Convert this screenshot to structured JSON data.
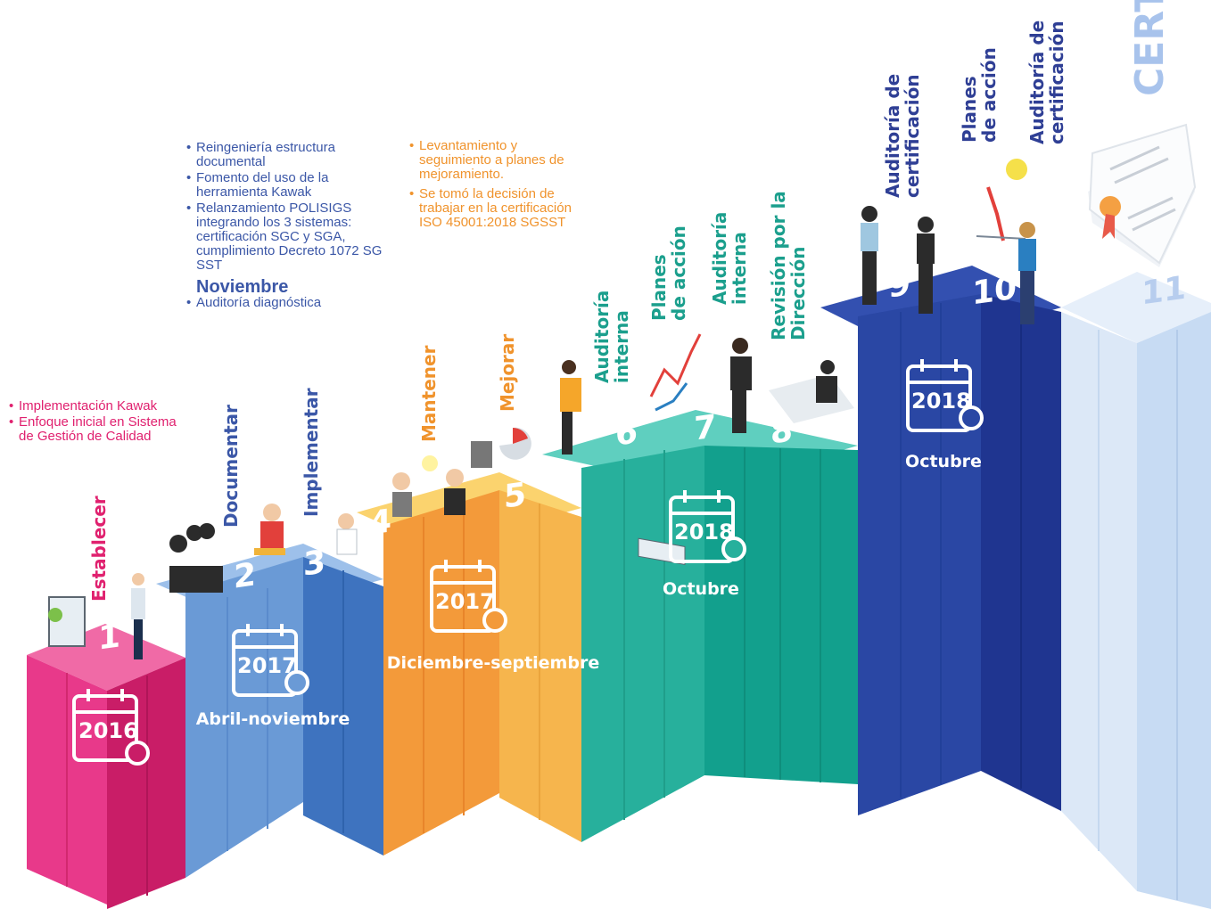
{
  "steps": [
    {
      "number": "1",
      "label": "Establecer",
      "label_color": "#e0216f",
      "color": "#e8398a",
      "period": "",
      "year": "2016"
    },
    {
      "number": "2",
      "label": "Documentar",
      "label_color": "#3b57a7",
      "color": "#6a9ad6",
      "period": "Abril-noviembre",
      "year": "2017"
    },
    {
      "number": "3",
      "label": "Implementar",
      "label_color": "#3b57a7",
      "color": "#4a7fc6",
      "period": "",
      "year": ""
    },
    {
      "number": "4",
      "label": "Mantener",
      "label_color": "#f0932c",
      "color": "#f4a043",
      "period": "Diciembre-septiembre",
      "year": "2017"
    },
    {
      "number": "5",
      "label": "Mejorar",
      "label_color": "#f0932c",
      "color": "#f9c05a",
      "period": "",
      "year": ""
    },
    {
      "number": "6",
      "label": "Auditoría interna",
      "label_color": "#1b9f8d",
      "color": "#27b09c",
      "period": "Octubre",
      "year": "2018"
    },
    {
      "number": "7",
      "label": "Planes de acción",
      "label_color": "#1b9f8d",
      "color": "#2ab7a5",
      "period": "",
      "year": ""
    },
    {
      "number": "8",
      "label": "Revisión por la Dirección",
      "label_color": "#1b9f8d",
      "color": "#17a896",
      "period": "",
      "year": ""
    },
    {
      "number": "9",
      "label": "Auditoría de certificación",
      "label_color": "#2f3f95",
      "color": "#2b4aa6",
      "period": "Octubre",
      "year": "2018"
    },
    {
      "number": "10",
      "label": "Planes de acción",
      "label_color": "#2f3f95",
      "color": "#24389a",
      "period": "",
      "year": ""
    },
    {
      "number": "11",
      "label": "Auditoría de certificación",
      "label_color": "#2f3f95",
      "color": "#cfe0f5",
      "period": "",
      "year": ""
    }
  ],
  "section_labels": {
    "s9": "Auditoría de\ncertificación",
    "s10": "Planes\nde acción",
    "s11": "Auditoría de\ncertificación",
    "s6": "Auditoría\ninterna",
    "s7a": "Planes\nde acción",
    "s7b": "Auditoría\ninterna",
    "s8": "Revisión por la\nDirección",
    "cert": "CERT"
  },
  "notes": {
    "pink": [
      "Implementación Kawak",
      "Enfoque inicial en Sistema de Gestión de Calidad"
    ],
    "blue": [
      "Reingeniería estructura documental",
      "Fomento del uso de la herramienta Kawak",
      "Relanzamiento POLISIGS integrando los 3 sistemas: certificación SGC y SGA, cumplimiento Decreto 1072 SG SST"
    ],
    "blue_month": "Noviembre",
    "blue_month_items": [
      "Auditoría diagnóstica"
    ],
    "orange": [
      "Levantamiento y seguimiento a planes de mejoramiento.",
      "Se tomó la decisión de trabajar en la certificación ISO 45001:2018 SGSST"
    ]
  },
  "calendars": [
    {
      "year": "2016"
    },
    {
      "year": "2017"
    },
    {
      "year": "2017"
    },
    {
      "year": "2018"
    },
    {
      "year": "2018"
    }
  ],
  "periods": {
    "p1": "Abril-noviembre",
    "p2": "Diciembre-septiembre",
    "p3": "Octubre",
    "p4": "Octubre"
  },
  "colors": {
    "pink": "#e0216f",
    "blue": "#3b57a7",
    "orange": "#f0932c",
    "teal": "#1b9f8d",
    "navy": "#2f3f95",
    "light": "#cfe0f5"
  }
}
